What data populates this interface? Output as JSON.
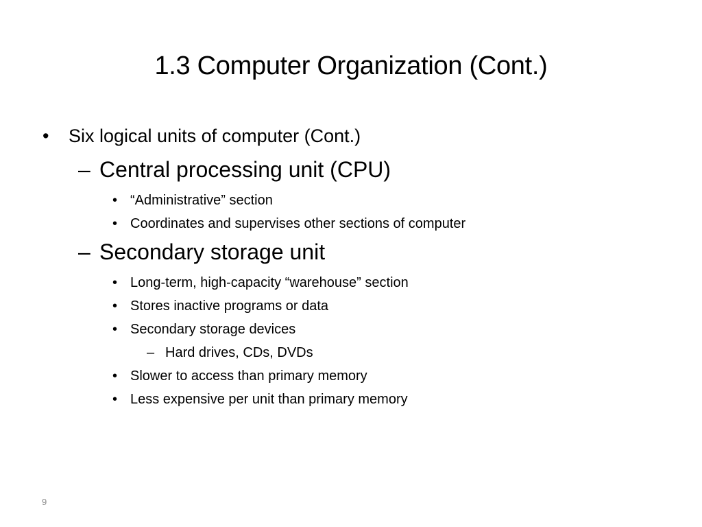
{
  "slide": {
    "title": "1.3 Computer Organization (Cont.)",
    "page_number": "9",
    "markers": {
      "bullet": "•",
      "dash": "–"
    },
    "items": [
      {
        "level": 1,
        "text": "Six logical units of computer (Cont.)"
      },
      {
        "level": 2,
        "text": "Central processing unit (CPU)"
      },
      {
        "level": 3,
        "text": "“Administrative” section"
      },
      {
        "level": 3,
        "text": "Coordinates and supervises other sections of computer"
      },
      {
        "level": 2,
        "text": "Secondary storage unit"
      },
      {
        "level": 3,
        "text": "Long-term, high-capacity “warehouse” section"
      },
      {
        "level": 3,
        "text": "Stores inactive programs or data"
      },
      {
        "level": 3,
        "text": "Secondary storage devices"
      },
      {
        "level": 4,
        "text": "Hard drives, CDs, DVDs"
      },
      {
        "level": 3,
        "text": "Slower to access than primary memory"
      },
      {
        "level": 3,
        "text": "Less expensive per unit than primary memory"
      }
    ]
  }
}
